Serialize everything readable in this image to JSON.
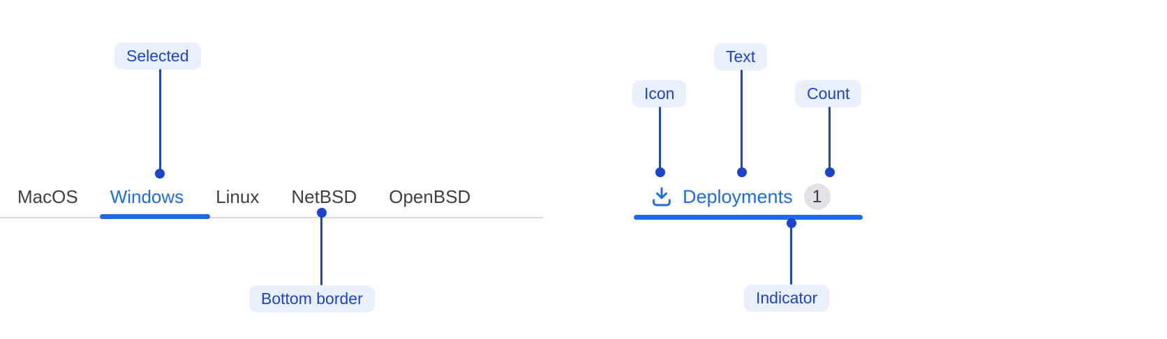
{
  "colors": {
    "accent_blue": "#1f6ae8",
    "annotation_blue": "#1b44c8",
    "annotation_bg": "#e9effc",
    "tab_text_gray": "#3c4043",
    "border_gray": "#d9dadd",
    "badge_bg": "#e3e3e7",
    "badge_text": "#3a3a40",
    "background": "#ffffff"
  },
  "os_tab_bar": {
    "items": [
      {
        "label": "MacOS",
        "selected": false
      },
      {
        "label": "Windows",
        "selected": true
      },
      {
        "label": "Linux",
        "selected": false
      },
      {
        "label": "NetBSD",
        "selected": false
      },
      {
        "label": "OpenBSD",
        "selected": false
      }
    ]
  },
  "deployments_tab": {
    "icon": "download-icon",
    "label": "Deployments",
    "count": "1"
  },
  "annotations": {
    "selected": {
      "label": "Selected"
    },
    "bottom_border": {
      "label": "Bottom border"
    },
    "icon": {
      "label": "Icon"
    },
    "text": {
      "label": "Text"
    },
    "count": {
      "label": "Count"
    },
    "indicator": {
      "label": "Indicator"
    }
  }
}
